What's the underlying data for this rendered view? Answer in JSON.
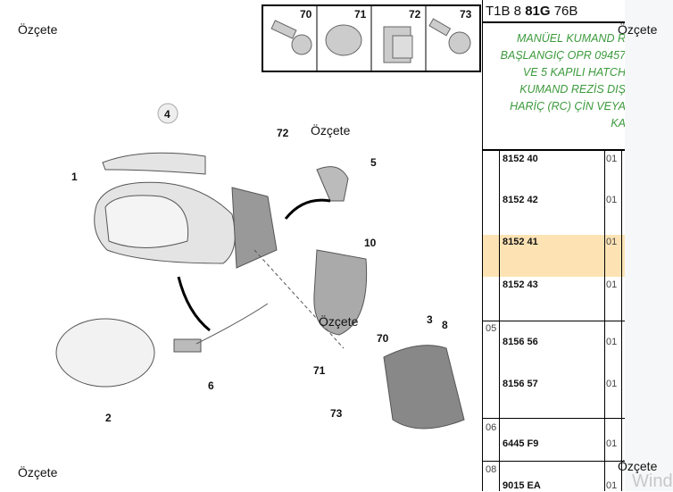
{
  "header": {
    "prefix": "T1B 8 ",
    "bold": "81G",
    "suffix": " 76B"
  },
  "title_lines": [
    "MANÜEL KUMAND R",
    "BAŞLANGIÇ OPR 09457",
    "VE 5 KAPILI HATCH",
    "KUMAND REZİS DIŞ",
    "HARİÇ (RC) ÇİN VEYA",
    "KA"
  ],
  "thumbnails": [
    "70",
    "71",
    "72",
    "73"
  ],
  "callouts": {
    "c4": "4",
    "c1": "1",
    "c72": "72",
    "c5": "5",
    "c10": "10",
    "c3": "3",
    "c8": "8",
    "c70": "70",
    "c71": "71",
    "c6": "6",
    "c2": "2",
    "c73": "73"
  },
  "overlay_label": "Özçete",
  "groups": [
    {
      "ref": "05"
    },
    {
      "ref": "06"
    },
    {
      "ref": "08"
    }
  ],
  "parts": [
    {
      "pn": "8152 40",
      "qty": "01"
    },
    {
      "pn": "8152 42",
      "qty": "01"
    },
    {
      "pn": "8152 41",
      "qty": "01"
    },
    {
      "pn": "8152 43",
      "qty": "01"
    },
    {
      "pn": "8156 56",
      "qty": "01"
    },
    {
      "pn": "8156 57",
      "qty": "01"
    },
    {
      "pn": "6445 F9",
      "qty": "01"
    },
    {
      "pn": "9015 EA",
      "qty": "01"
    }
  ],
  "watermark": "Wind",
  "colors": {
    "title_green": "#3c9a3c",
    "highlight": "#fde3b4"
  }
}
